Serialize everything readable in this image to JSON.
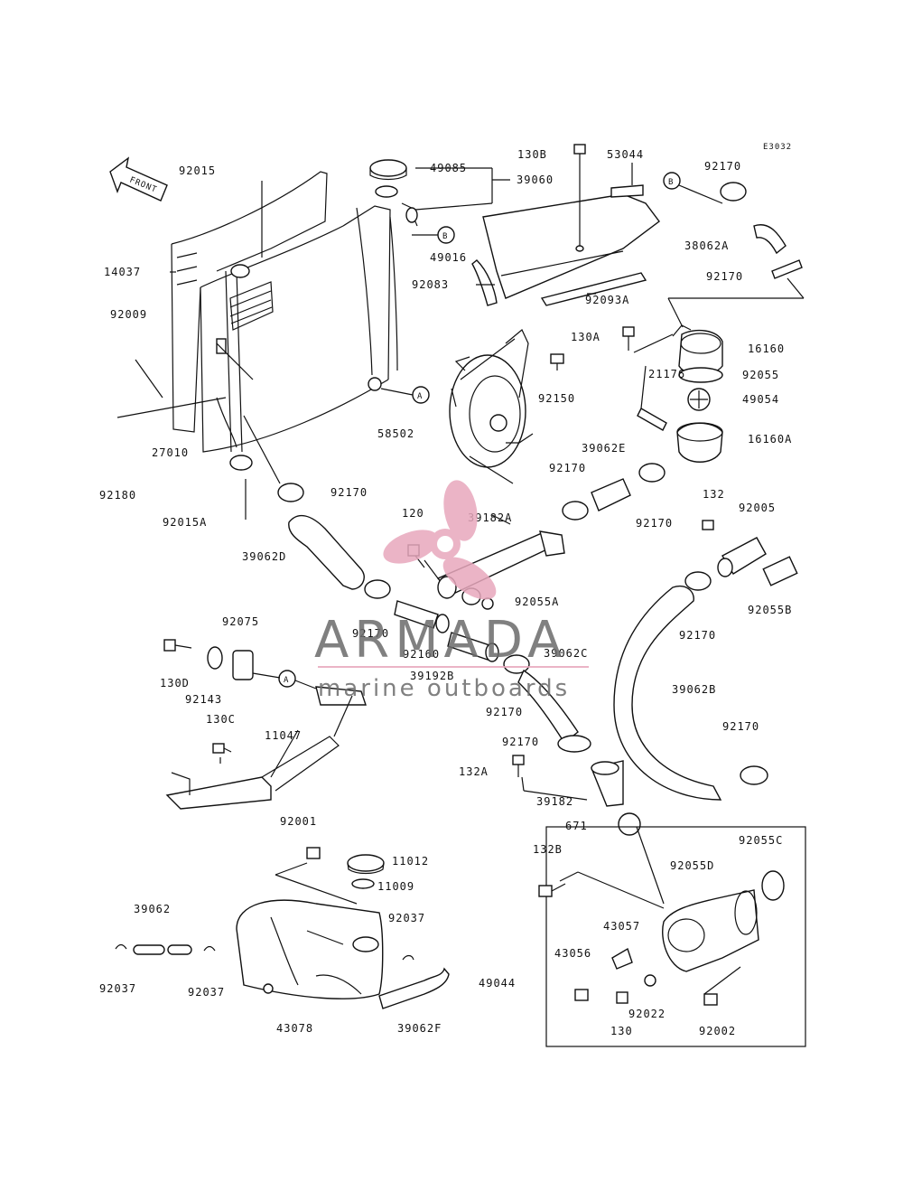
{
  "diagram": {
    "code": "E3032",
    "front_label": "FRONT",
    "refs": {
      "a": "A",
      "b": "B"
    },
    "parts": [
      "92015",
      "14037",
      "92009",
      "27010",
      "92180",
      "92015A",
      "39062D",
      "92170",
      "49085",
      "39060",
      "49016",
      "92083",
      "58502",
      "130B",
      "53044",
      "92093A",
      "92150",
      "120",
      "39182A",
      "92055A",
      "92170",
      "92160",
      "39192B",
      "39062C",
      "92170",
      "92170",
      "132A",
      "39182",
      "92075",
      "130D",
      "92143",
      "130C",
      "11047",
      "92170",
      "38062A",
      "92170",
      "16160",
      "92055",
      "130A",
      "21176",
      "49054",
      "16160A",
      "39062E",
      "92170",
      "92170",
      "132",
      "92005",
      "92055B",
      "92170",
      "39062B",
      "92170",
      "671",
      "92055C",
      "132B",
      "92055D",
      "43057",
      "43056",
      "49044",
      "130",
      "92022",
      "92002",
      "92001",
      "11012",
      "11009",
      "92037",
      "39062",
      "92037",
      "92037",
      "43078",
      "39062F"
    ]
  },
  "watermark": {
    "brand": "ARMADA",
    "tagline": "marine outboards",
    "color": "#e8a8bd",
    "text_color": "#6b6b6b"
  }
}
